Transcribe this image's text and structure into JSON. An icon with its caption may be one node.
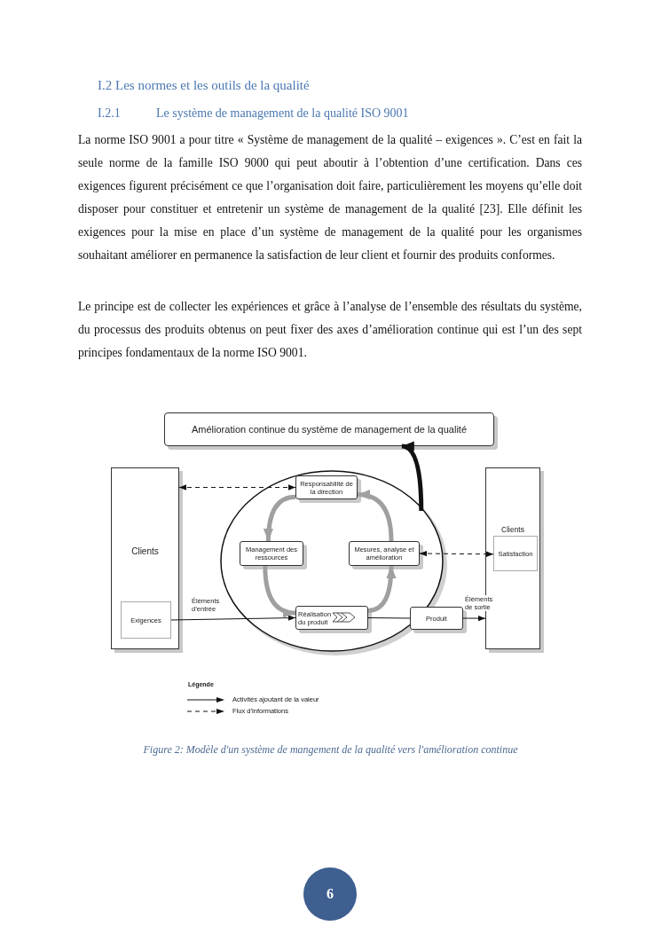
{
  "diagram": {
    "title": "I.2 Les normes et les outils de la qualité",
    "labels": [
      "I.2.1",
      "Le système de management de la qualité ISO 9001",
      "La norme ISO 9001 a pour titre « Système de management de la qualité – exigences ». C’est en fait la seule norme de la famille ISO 9000 qui peut aboutir à l’obtention d’une certification. Dans ces exigences figurent précisément ce que l’organisation doit faire, particulièrement les moyens qu’elle doit disposer pour constituer et entretenir un système de management de la qualité [23]. Elle définit les exigences pour la mise en place d’un système de management de la qualité pour les organismes souhaitant améliorer en permanence la satisfaction de leur client et fournir des produits conformes.",
      "Le principe est de collecter les expériences et grâce à l’analyse de l’ensemble des résultats du système, du processus des produits obtenus on peut fixer des axes d’amélioration continue qui est l’un des sept principes fondamentaux de la norme ISO 9001.",
      "Légende",
      "6"
    ],
    "nodes": [
      {
        "text": [
          "Amélioration continue du système de management de la qualité"
        ]
      },
      {
        "text": [
          "Clients"
        ]
      },
      {
        "text": [
          "Exigences"
        ],
        "in": 1
      },
      {
        "text": [],
        "shape": "ellipse"
      },
      {
        "text": [
          "Responsabilité de la direction"
        ],
        "in": 3
      },
      {
        "text": [
          "Management des ressources"
        ],
        "in": 3
      },
      {
        "text": [
          "Mesures, analyse et amélioration"
        ],
        "in": 3
      },
      {
        "text": [
          "Réalisation du produit"
        ],
        "in": 3
      },
      {
        "text": [
          "Produit"
        ]
      },
      {
        "text": [
          "Clients"
        ]
      },
      {
        "text": [
          "Satisfaction"
        ],
        "in": 9
      }
    ],
    "edges": [
      {
        "from": 1,
        "to": 4,
        "arrow": "both",
        "style": "dashed"
      },
      {
        "from": 6,
        "to": 10,
        "arrow": "both",
        "style": "dashed"
      },
      {
        "from": 2,
        "to": 7,
        "arrow": "to",
        "label": "Éléments d’entrée"
      },
      {
        "from": 7,
        "to": 8,
        "arrow": "none"
      },
      {
        "from": 8,
        "to": 9,
        "arrow": "to",
        "label": "Éléments de sortie"
      },
      {
        "from": 4,
        "to": 5,
        "arrow": "to",
        "style": "thick",
        "color": "#a0a0a0"
      },
      {
        "from": 5,
        "to": 7,
        "arrow": "to",
        "style": "thick",
        "color": "#a0a0a0"
      },
      {
        "from": 7,
        "to": 6,
        "arrow": "to",
        "style": "thick",
        "color": "#a0a0a0"
      },
      {
        "from": 6,
        "to": 4,
        "arrow": "to",
        "style": "thick",
        "color": "#a0a0a0"
      },
      {
        "from": 3,
        "to": 0,
        "arrow": "to",
        "style": "thick"
      }
    ],
    "legend": [
      {
        "text": "Activités ajoutant de la valeur"
      },
      {
        "text": "Flux d’informations"
      }
    ],
    "caption": "Figure 2: Modèle d'un système de mangement de la qualité vers l'amélioration continue"
  }
}
